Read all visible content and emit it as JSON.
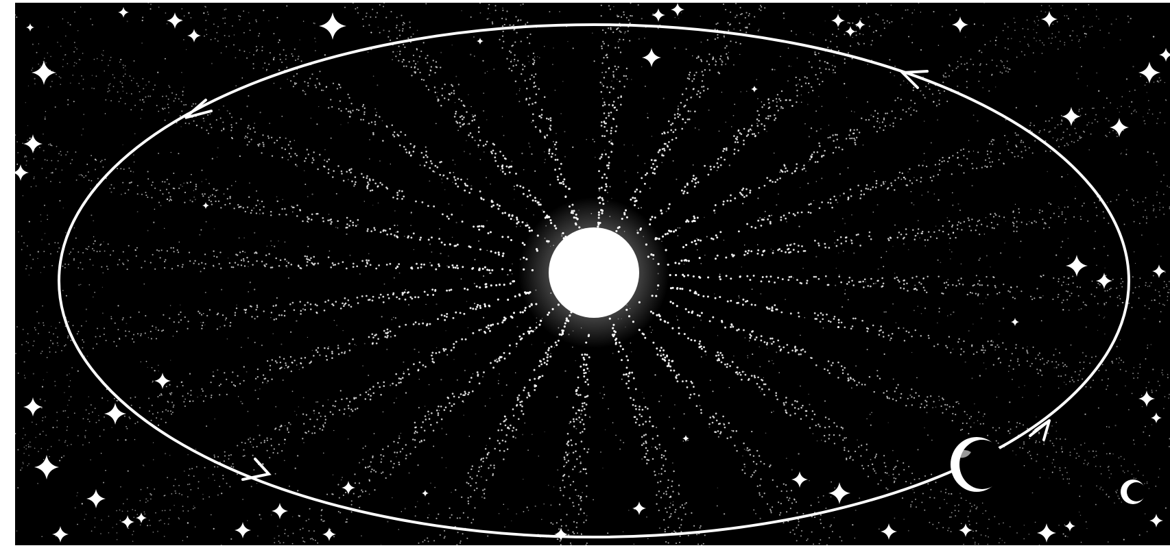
{
  "diagram": {
    "subject": "orbit-around-sun",
    "text_labels": [],
    "colors": {
      "sky": "#000000",
      "frame": "#ffffff",
      "sun": "#ffffff",
      "rays": "#ffffff",
      "orbit": "#ffffff",
      "stars": "#ffffff",
      "planet_shadow": "#000000"
    },
    "orbit": {
      "direction": "counterclockwise",
      "arrow_count": 4
    },
    "sun": {
      "ray_count": 24
    },
    "bodies": [
      {
        "name": "planet-on-orbit",
        "phase": "crescent"
      },
      {
        "name": "distant-moon",
        "phase": "crescent"
      }
    ],
    "starfield": {
      "star_count": 52,
      "dust_density": "heavy"
    }
  }
}
